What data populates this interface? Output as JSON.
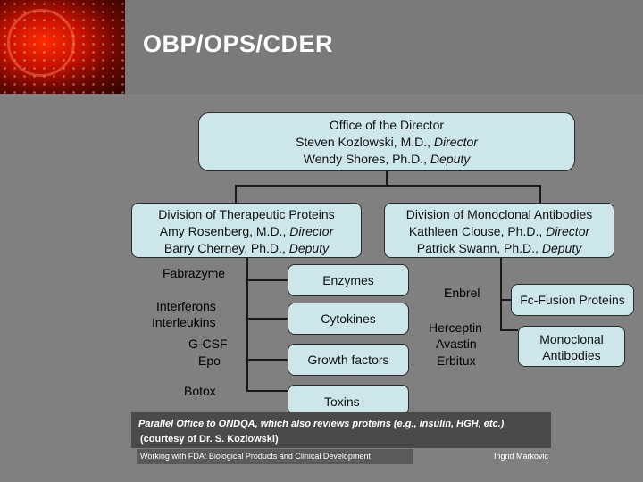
{
  "header": {
    "title": "OBP/OPS/CDER"
  },
  "director": {
    "line1": "Office of the Director",
    "line2_name": "Steven Kozlowski, M.D., ",
    "line2_role": "Director",
    "line3_name": "Wendy Shores, Ph.D., ",
    "line3_role": "Deputy"
  },
  "dtp": {
    "line1": "Division of Therapeutic Proteins",
    "line2_name": "Amy Rosenberg, M.D., ",
    "line2_role": "Director",
    "line3_name": "Barry Cherney, Ph.D., ",
    "line3_role": "Deputy"
  },
  "dma": {
    "line1": "Division of Monoclonal Antibodies",
    "line2_name": "Kathleen Clouse, Ph.D., ",
    "line2_role": "Director",
    "line3_name": "Patrick Swann, Ph.D., ",
    "line3_role": "Deputy"
  },
  "labels": {
    "fabrazyme": "Fabrazyme",
    "interferons": "Interferons",
    "interleukins": "Interleukins",
    "gcsf": "G-CSF",
    "epo": "Epo",
    "botox": "Botox",
    "enbrel": "Enbrel",
    "herceptin": "Herceptin",
    "avastin": "Avastin",
    "erbitux": "Erbitux"
  },
  "categories": {
    "enzymes": "Enzymes",
    "cytokines": "Cytokines",
    "growth_factors": "Growth factors",
    "toxins": "Toxins",
    "fc_fusion": "Fc-Fusion Proteins",
    "mab_line1": "Monoclonal",
    "mab_line2": "Antibodies"
  },
  "footer": {
    "note_line1": "Parallel Office to ONDQA, which also reviews proteins (e.g., insulin, HGH, etc.)",
    "note_line2": "(courtesy of Dr. S. Kozlowski)",
    "left": "Working with FDA: Biological Products and Clinical Development",
    "right": "Ingrid Markovic"
  },
  "colors": {
    "box_fill": "#cce6ea",
    "background": "#808080",
    "corner_accent": "#c41200"
  }
}
